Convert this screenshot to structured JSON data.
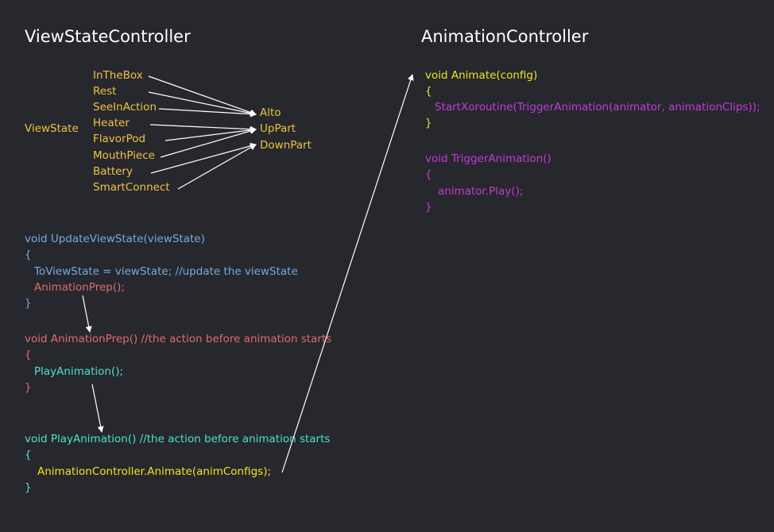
{
  "view_state_controller": {
    "title": "ViewStateController",
    "view_state_label": "ViewState",
    "states": [
      "InTheBox",
      "Rest",
      "SeeInAction",
      "Heater",
      "FlavorPod",
      "MouthPiece",
      "Battery",
      "SmartConnect"
    ],
    "parts": [
      "Alto",
      "UpPart",
      "DownPart"
    ],
    "update_view_state": {
      "signature": "void UpdateViewState(viewState)",
      "open_brace": "{",
      "line1": "ToViewState = viewState; //update the viewState",
      "line2": "AnimationPrep();",
      "close_brace": "}"
    },
    "animation_prep": {
      "signature": "void AnimationPrep() //the action before animation starts",
      "open_brace": "{",
      "line1": "PlayAnimation();",
      "close_brace": "}"
    },
    "play_animation": {
      "signature": "void PlayAnimation() //the action before animation starts",
      "open_brace": "{",
      "line1": "AnimationController.Animate(animConfigs);",
      "close_brace": "}"
    }
  },
  "animation_controller": {
    "title": "AnimationController",
    "animate": {
      "signature": "void Animate(config)",
      "open_brace": "{",
      "line1": "StartXoroutine(TriggerAnimation(animator, animationClips));",
      "close_brace": "}"
    },
    "trigger_animation": {
      "signature": "void TriggerAnimation()",
      "open_brace": "{",
      "line1": "animator.Play();",
      "close_brace": "}"
    }
  },
  "colors": {
    "background": "#26282e",
    "title": "#ffffff",
    "state_labels": "#f0c23f",
    "update_view_state": "#76a9e6",
    "animation_prep": "#e36a6c",
    "play_animation": "#4fe0c6",
    "animate": "#f0e51a",
    "trigger_animation": "#c43ad6",
    "arrows": "#ffffff"
  }
}
